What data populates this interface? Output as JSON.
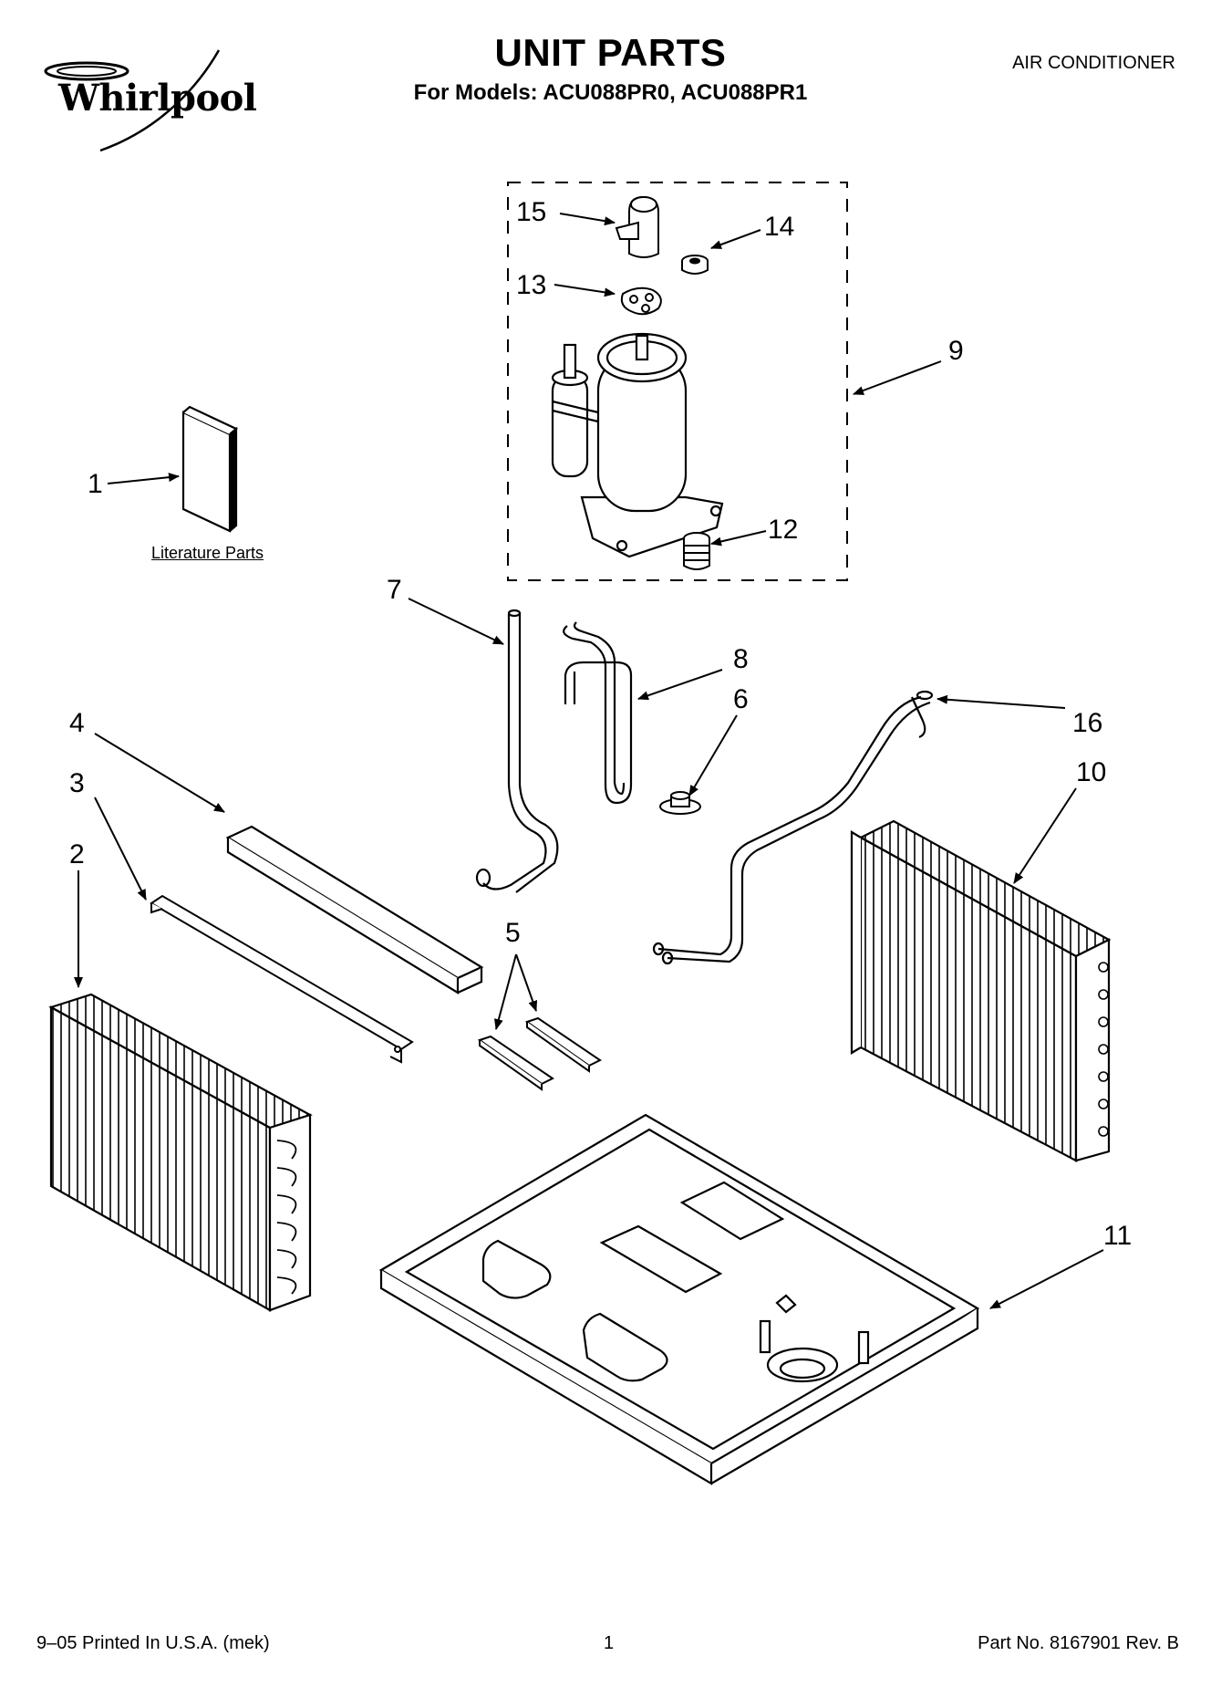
{
  "header": {
    "brand": "Whirlpool",
    "title": "UNIT PARTS",
    "subtitle": "For Models: ACU088PR0, ACU088PR1",
    "category": "AIR CONDITIONER"
  },
  "callouts": [
    {
      "id": "c1",
      "label": "1"
    },
    {
      "id": "c2",
      "label": "2"
    },
    {
      "id": "c3",
      "label": "3"
    },
    {
      "id": "c4",
      "label": "4"
    },
    {
      "id": "c5",
      "label": "5"
    },
    {
      "id": "c6",
      "label": "6"
    },
    {
      "id": "c7",
      "label": "7"
    },
    {
      "id": "c8",
      "label": "8"
    },
    {
      "id": "c9",
      "label": "9"
    },
    {
      "id": "c10",
      "label": "10"
    },
    {
      "id": "c11",
      "label": "11"
    },
    {
      "id": "c12",
      "label": "12"
    },
    {
      "id": "c13",
      "label": "13"
    },
    {
      "id": "c14",
      "label": "14"
    },
    {
      "id": "c15",
      "label": "15"
    },
    {
      "id": "c16",
      "label": "16"
    }
  ],
  "literature_label": "Literature Parts",
  "footer": {
    "printed": "9–05 Printed In U.S.A. (mek)",
    "page": "1",
    "part_no": "Part No. 8167901 Rev. B"
  }
}
